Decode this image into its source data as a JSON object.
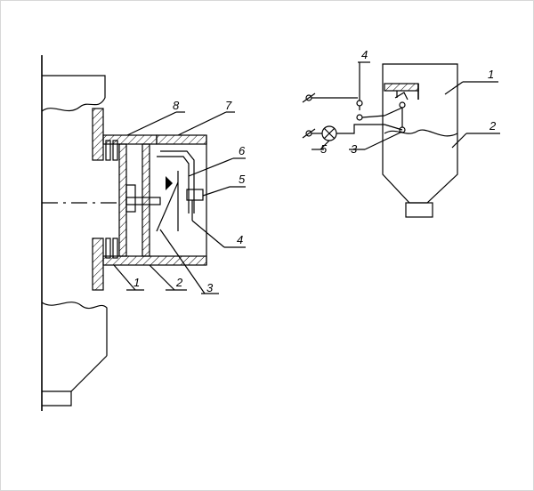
{
  "left_view": {
    "labels": [
      "1",
      "2",
      "3",
      "4",
      "5",
      "6",
      "7",
      "8"
    ]
  },
  "right_view": {
    "labels": [
      "1",
      "2",
      "3",
      "4",
      "5"
    ],
    "terminal_symbols": [
      "ø",
      "ø"
    ]
  },
  "colors": {
    "line": "#000000",
    "background": "#ffffff",
    "frame": "#d8d8d8"
  }
}
